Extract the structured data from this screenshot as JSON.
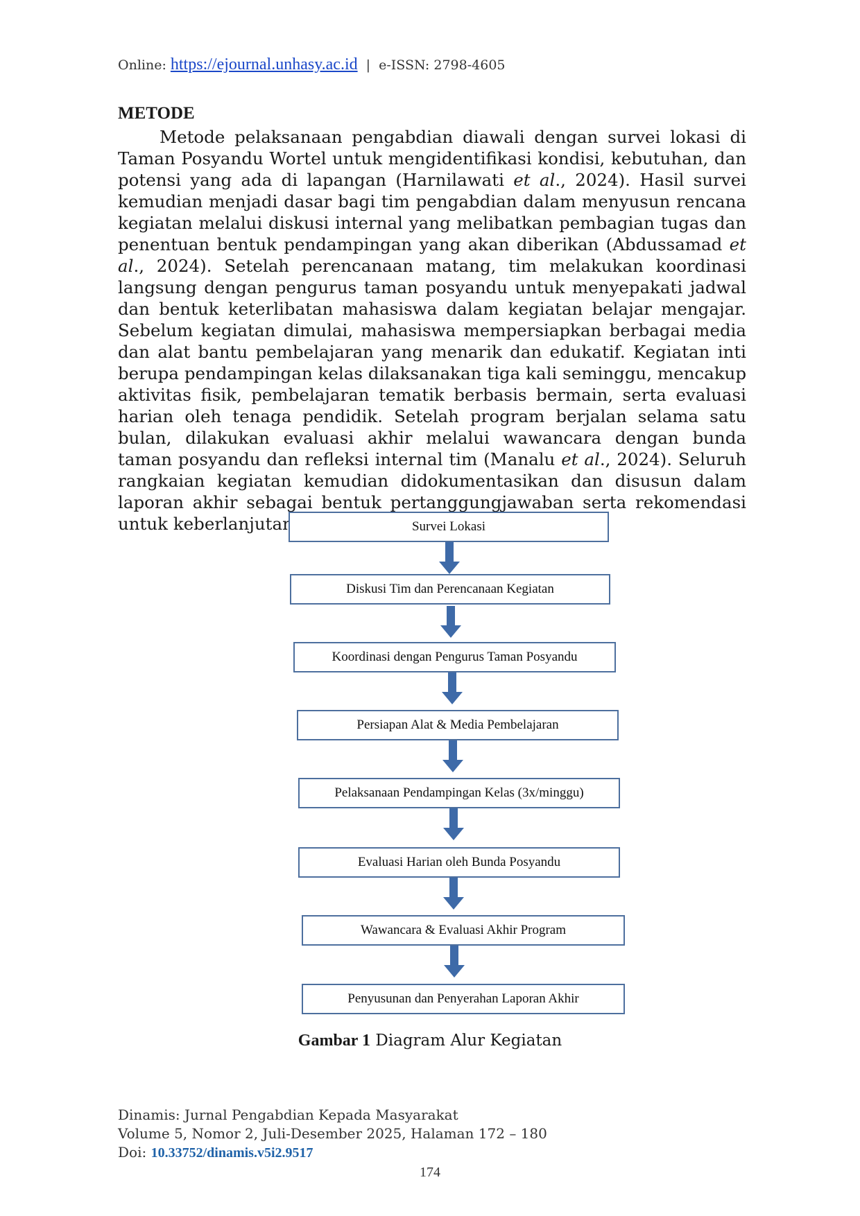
{
  "header": {
    "prefix": "Online: ",
    "link": "https://ejournal.unhasy.ac.id",
    "separator": "|",
    "issn": "e-ISSN: 2798-4605"
  },
  "section": {
    "title": "METODE",
    "paragraph": [
      "Metode pelaksanaan pengabdian diawali dengan survei lokasi di Taman Posyandu Wortel untuk mengidentifikasi kondisi, kebutuhan, dan potensi yang ada di lapangan (Harnilawati ",
      "et al",
      "., 2024). Hasil survei kemudian menjadi dasar bagi tim pengabdian dalam menyusun rencana kegiatan melalui diskusi internal yang melibatkan pembagian tugas dan penentuan bentuk pendampingan yang akan diberikan (Abdussamad ",
      "et al",
      "., 2024). Setelah perencanaan matang, tim melakukan koordinasi langsung dengan pengurus taman posyandu untuk menyepakati jadwal dan bentuk keterlibatan mahasiswa dalam kegiatan belajar mengajar. Sebelum kegiatan dimulai, mahasiswa mempersiapkan berbagai media dan alat bantu pembelajaran yang menarik dan edukatif. Kegiatan inti berupa pendampingan kelas dilaksanakan tiga kali seminggu, mencakup aktivitas fisik, pembelajaran tematik berbasis bermain, serta evaluasi harian oleh tenaga pendidik. Setelah program berjalan selama satu bulan, dilakukan evaluasi akhir melalui wawancara dengan bunda taman posyandu dan refleksi internal tim (Manalu ",
      "et al",
      "., 2024). Seluruh rangkaian kegiatan kemudian didokumentasikan dan disusun dalam laporan akhir sebagai bentuk pertanggungjawaban serta rekomendasi untuk keberlanjutan program di masa mendatang."
    ]
  },
  "diagram": {
    "steps": [
      "Survei Lokasi",
      "Diskusi Tim dan Perencanaan Kegiatan",
      "Koordinasi dengan Pengurus Taman Posyandu",
      "Persiapan Alat & Media Pembelajaran",
      "Pelaksanaan Pendampingan Kelas (3x/minggu)",
      "Evaluasi Harian oleh Bunda Posyandu",
      "Wawancara & Evaluasi Akhir Program",
      "Penyusunan dan Penyerahan Laporan Akhir"
    ],
    "box_border_color": "#4d6f9e",
    "arrow_color": "#3e6aa8"
  },
  "caption": {
    "label": "Gambar 1",
    "text": " Diagram Alur Kegiatan"
  },
  "footer": {
    "journal": "Dinamis: Jurnal Pengabdian Kepada Masyarakat",
    "volume": "Volume 5, Nomor 2, Juli-Desember  2025, Halaman 172 – 180",
    "doi_prefix": "Doi: ",
    "doi": "10.33752/dinamis.v5i2.9517",
    "page_number": "174"
  }
}
